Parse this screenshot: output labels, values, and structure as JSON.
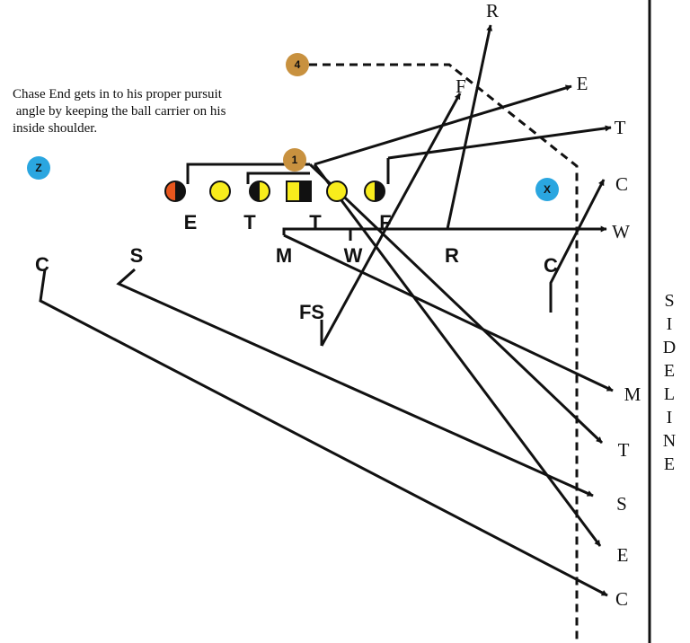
{
  "note": {
    "lines": [
      "Chase End gets in to his proper pursuit",
      " angle by keeping the ball carrier on his",
      "inside shoulder."
    ]
  },
  "sideline": {
    "letters": [
      "S",
      "I",
      "D",
      "E",
      "L",
      "I",
      "N",
      "E"
    ]
  },
  "offense": {
    "badge_1": "1",
    "badge_4": "4",
    "badge_z": "Z",
    "badge_x": "X"
  },
  "defense_labels": {
    "e": "E",
    "t1": "T",
    "t2": "T",
    "f": "F",
    "m": "M",
    "w": "W",
    "r": "R",
    "c_left": "C",
    "s": "S",
    "c_right": "C",
    "fs": "FS"
  },
  "pursuit_labels": {
    "r": "R",
    "f": "F",
    "e_top": "E",
    "t_top": "T",
    "c_top": "C",
    "w": "W",
    "m": "M",
    "t_bottom": "T",
    "s": "S",
    "e_bottom": "E",
    "c_bottom": "C"
  },
  "colors": {
    "orange": "#e8561d",
    "yellow": "#f8ec1c",
    "tan": "#c8913f",
    "blue": "#2aa6e0",
    "ink": "#111111"
  }
}
